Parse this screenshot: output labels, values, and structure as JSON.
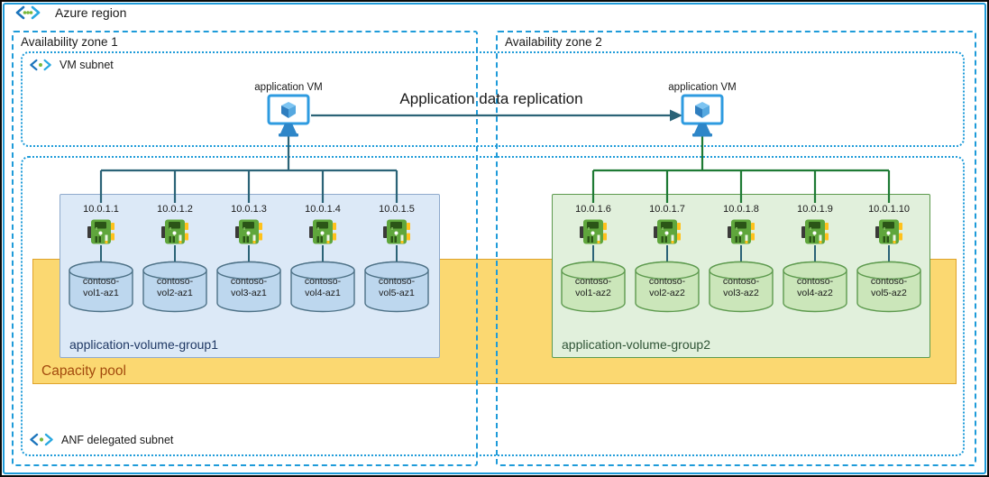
{
  "region": {
    "label": "Azure region"
  },
  "zones": [
    {
      "label": "Availability zone 1"
    },
    {
      "label": "Availability zone 2"
    }
  ],
  "vm_subnet": {
    "label": "VM subnet"
  },
  "anf_subnet": {
    "label": "ANF delegated subnet"
  },
  "vms": [
    {
      "label": "application VM"
    },
    {
      "label": "application VM"
    }
  ],
  "replication_label": "Application data replication",
  "capacity_pool": {
    "label": "Capacity pool"
  },
  "volume_groups": [
    {
      "name": "application-volume-group1",
      "volumes": [
        {
          "ip": "10.0.1.1",
          "name_line1": "contoso-",
          "name_line2": "vol1-az1"
        },
        {
          "ip": "10.0.1.2",
          "name_line1": "contoso-",
          "name_line2": "vol2-az1"
        },
        {
          "ip": "10.0.1.3",
          "name_line1": "contoso-",
          "name_line2": "vol3-az1"
        },
        {
          "ip": "10.0.1.4",
          "name_line1": "contoso-",
          "name_line2": "vol4-az1"
        },
        {
          "ip": "10.0.1.5",
          "name_line1": "contoso-",
          "name_line2": "vol5-az1"
        }
      ]
    },
    {
      "name": "application-volume-group2",
      "volumes": [
        {
          "ip": "10.0.1.6",
          "name_line1": "contoso-",
          "name_line2": "vol1-az2"
        },
        {
          "ip": "10.0.1.7",
          "name_line1": "contoso-",
          "name_line2": "vol2-az2"
        },
        {
          "ip": "10.0.1.8",
          "name_line1": "contoso-",
          "name_line2": "vol3-az2"
        },
        {
          "ip": "10.0.1.9",
          "name_line1": "contoso-",
          "name_line2": "vol4-az2"
        },
        {
          "ip": "10.0.1.10",
          "name_line1": "contoso-",
          "name_line2": "vol5-az2"
        }
      ]
    }
  ],
  "icons": {
    "region": "virtual-network-brackets-icon",
    "vm_subnet": "subnet-brackets-icon",
    "anf_subnet": "subnet-brackets-icon",
    "vm": "virtual-machine-icon",
    "nic": "network-interface-icon",
    "volume": "storage-volume-cylinder-icon"
  },
  "colors": {
    "azure_border": "#1E9BD9",
    "teal_line": "#2B6377",
    "green_line": "#1E7A34",
    "pool_fill": "#FBD871",
    "pool_border": "#DFA32A",
    "pool_label": "#A34A0D",
    "vg1_fill": "#DCE9F7",
    "vg1_border": "#8FAACC",
    "vg1_label": "#1F3864",
    "vg2_fill": "#E1F0DC",
    "vg2_border": "#5D9A4E",
    "vg2_label": "#2F5436",
    "cyl1_fill": "#BDD7EE",
    "cyl1_stroke": "#4D7186",
    "cyl2_fill": "#CBE6BA",
    "cyl2_stroke": "#5D9A4E",
    "vm_blue": "#2E86C8",
    "vm_blue_light": "#7CC4F2",
    "nic_green": "#5FA63C",
    "nic_dark": "#2B5517",
    "nic_yellow": "#FFC21C",
    "text": "#1A1A1A"
  }
}
